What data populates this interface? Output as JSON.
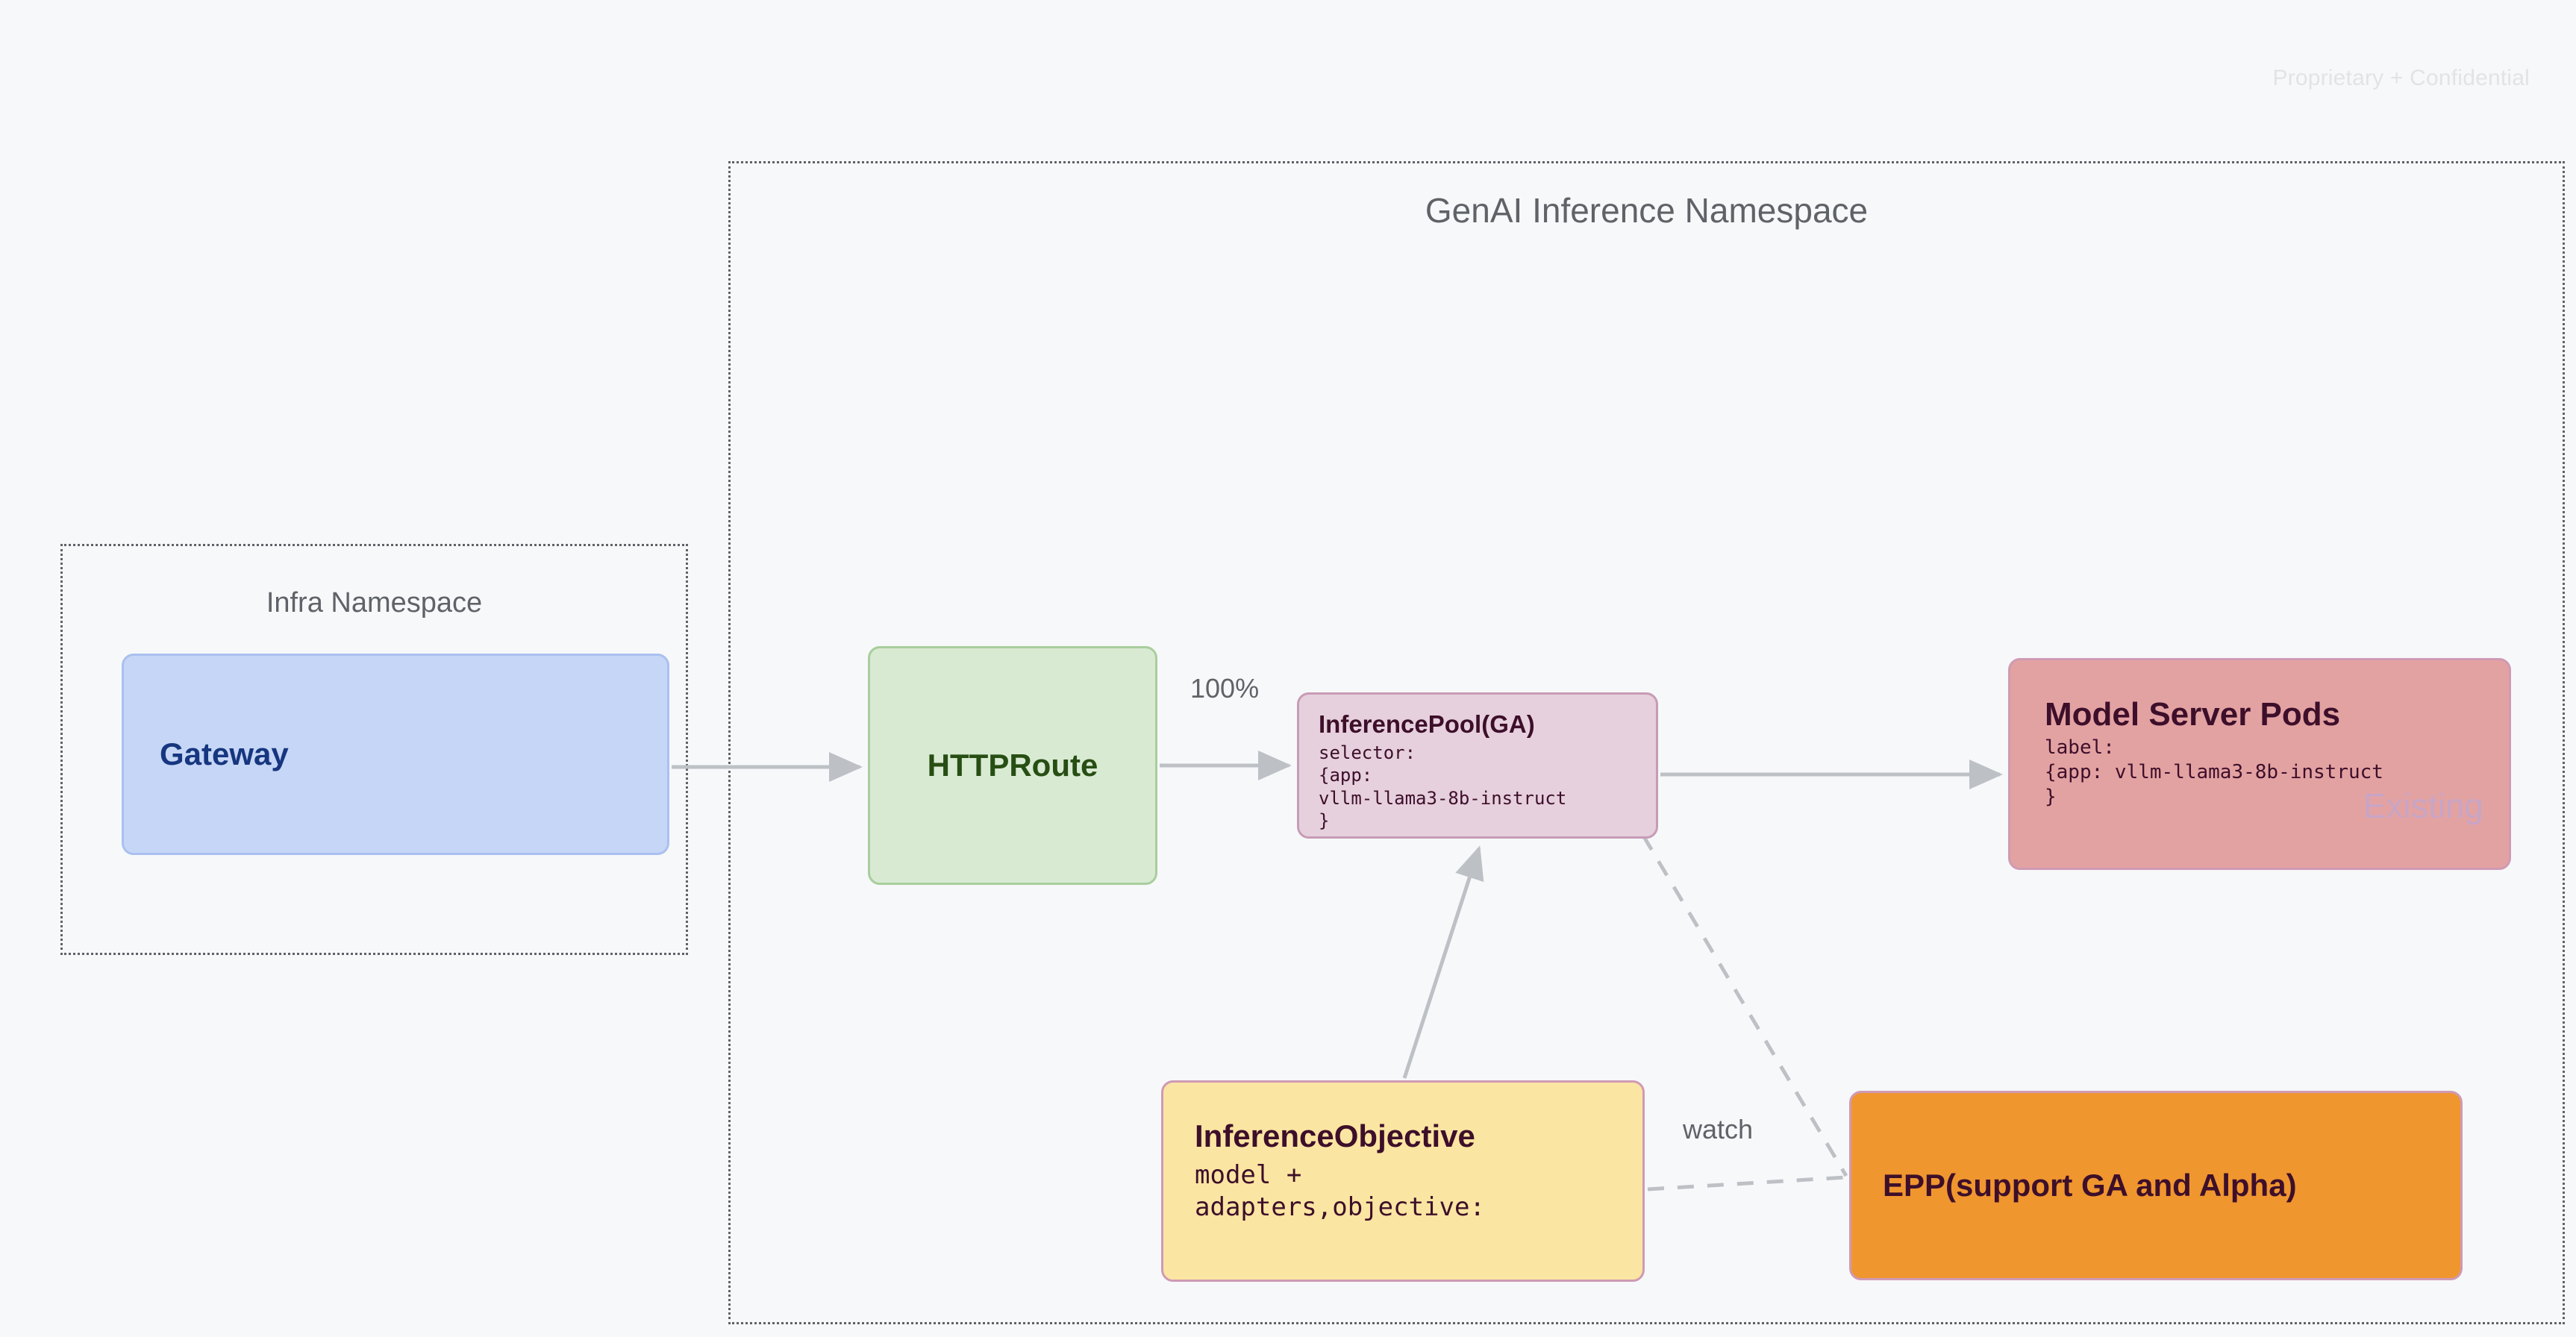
{
  "page": {
    "watermark": "Proprietary + Confidential",
    "background_color": "#f7f8fa"
  },
  "namespaces": [
    {
      "id": "infra",
      "title": "Infra Namespace",
      "border_style": "dotted",
      "border_color": "#5f6368"
    },
    {
      "id": "genai",
      "title": "GenAI Inference Namespace",
      "border_style": "dotted",
      "border_color": "#5f6368"
    }
  ],
  "nodes": {
    "gateway": {
      "title": "Gateway",
      "fill": "#c6d6f6",
      "border": "#aac0ef",
      "text_color": "#16367f"
    },
    "httproute": {
      "title": "HTTPRoute",
      "fill": "#d9ead3",
      "border": "#a8ce9c",
      "text_color": "#274e13"
    },
    "inferencepool": {
      "title": "InferencePool(GA)",
      "body": "selector:\n{app:\nvllm-llama3-8b-instruct\n}",
      "fill": "#e6d0dd",
      "border": "#c79cb6",
      "text_color": "#3d0f2a"
    },
    "modelserver": {
      "title": "Model Server Pods",
      "body": "label:\n{app: vllm-llama3-8b-instruct\n}",
      "stamp": "Existing",
      "fill": "#e3a2a2",
      "border": "#cf9ab4",
      "text_color": "#3d0f2a",
      "stamp_color": "#c8a5c6"
    },
    "inferenceobjective": {
      "title": "InferenceObjective",
      "body": "model +\nadapters,objective:",
      "fill": "#fbe5a2",
      "border": "#cf9ab4",
      "text_color": "#3d0f2a"
    },
    "epp": {
      "title": "EPP(support GA and Alpha)",
      "fill": "#f0962f",
      "border": "#cf9ab4",
      "text_color": "#3d0f2a"
    }
  },
  "edges": [
    {
      "id": "gateway-httproute",
      "from": "gateway",
      "to": "httproute",
      "style": "solid",
      "label": ""
    },
    {
      "id": "httproute-inferencepool",
      "from": "httproute",
      "to": "inferencepool",
      "style": "solid",
      "label": "100%"
    },
    {
      "id": "inferencepool-modelserver",
      "from": "inferencepool",
      "to": "modelserver",
      "style": "solid",
      "label": ""
    },
    {
      "id": "inferenceobjective-inferencepool",
      "from": "inferenceobjective",
      "to": "inferencepool",
      "style": "solid",
      "label": ""
    },
    {
      "id": "inferencepool-epp",
      "from": "inferencepool",
      "to": "epp",
      "style": "dashed",
      "label": ""
    },
    {
      "id": "inferenceobjective-epp",
      "from": "inferenceobjective",
      "to": "epp",
      "style": "dashed",
      "label": "watch"
    }
  ],
  "edge_labels": {
    "traffic_weight": "100%",
    "watch": "watch"
  },
  "colors": {
    "edge_stroke": "#bdc1c6",
    "namespace_border": "#5f6368",
    "watermark": "#e3e3e5"
  }
}
